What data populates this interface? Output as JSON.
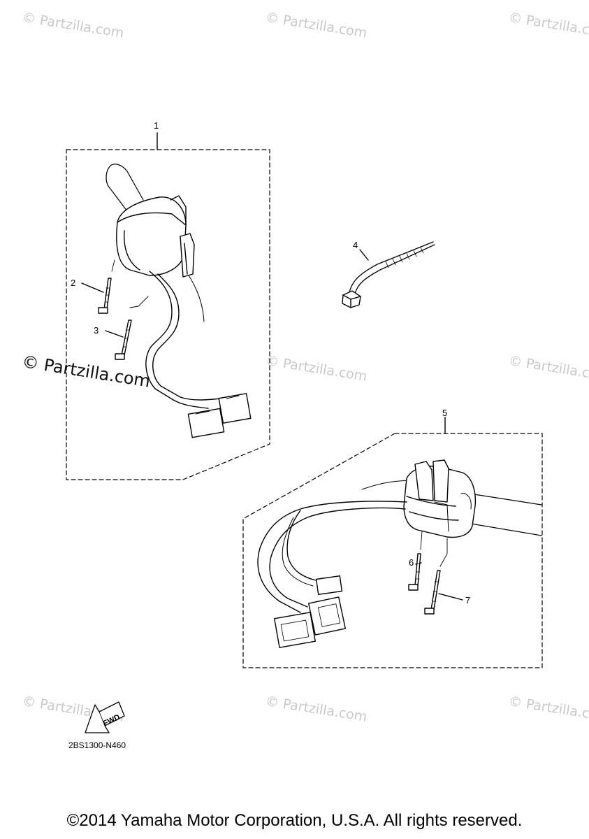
{
  "watermark": "© Partzilla.com",
  "callouts": [
    "1",
    "2",
    "3",
    "4",
    "5",
    "6",
    "7"
  ],
  "fwd_label": "FWD",
  "diagram_code": "2BS1300-N460",
  "copyright": "©2014 Yamaha Motor Corporation, U.S.A. All rights reserved."
}
